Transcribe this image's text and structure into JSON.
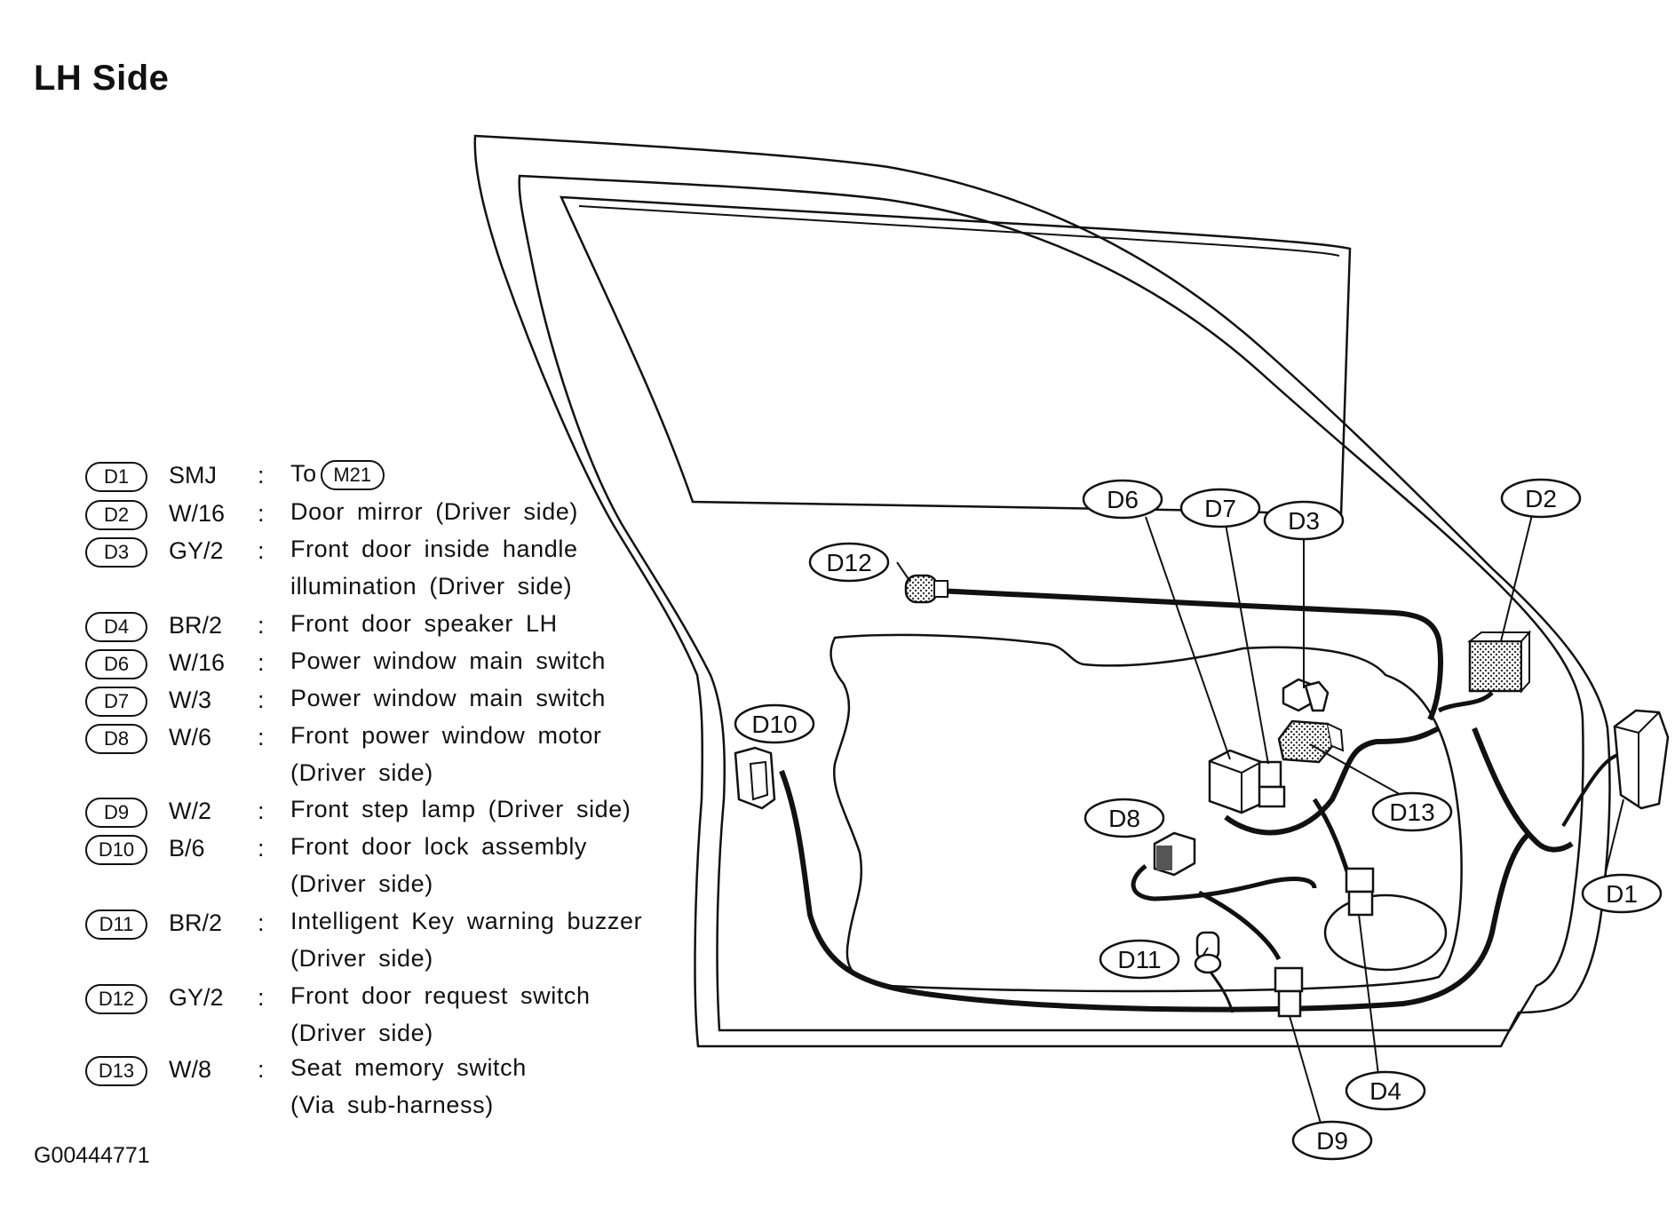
{
  "title": "LH Side",
  "figure_id": "G00444771",
  "legend": [
    {
      "connector": "D1",
      "wire": "SMJ",
      "lines": [
        "To"
      ],
      "ref": "M21"
    },
    {
      "connector": "D2",
      "wire": "W/16",
      "lines": [
        "Door mirror (Driver side)"
      ]
    },
    {
      "connector": "D3",
      "wire": "GY/2",
      "lines": [
        "Front door inside handle",
        "illumination (Driver side)"
      ]
    },
    {
      "connector": "D4",
      "wire": "BR/2",
      "lines": [
        "Front door speaker LH"
      ]
    },
    {
      "connector": "D6",
      "wire": "W/16",
      "lines": [
        "Power window main switch"
      ]
    },
    {
      "connector": "D7",
      "wire": "W/3",
      "lines": [
        "Power window main switch"
      ]
    },
    {
      "connector": "D8",
      "wire": "W/6",
      "lines": [
        "Front power window motor",
        "(Driver side)"
      ]
    },
    {
      "connector": "D9",
      "wire": "W/2",
      "lines": [
        "Front step lamp (Driver side)"
      ]
    },
    {
      "connector": "D10",
      "wire": "B/6",
      "lines": [
        "Front door lock assembly",
        "(Driver side)"
      ]
    },
    {
      "connector": "D11",
      "wire": "BR/2",
      "lines": [
        "Intelligent Key warning buzzer",
        "(Driver side)"
      ]
    },
    {
      "connector": "D12",
      "wire": "GY/2",
      "lines": [
        "Front door request switch",
        "(Driver side)"
      ]
    },
    {
      "connector": "D13",
      "wire": "W/8",
      "lines": [
        "Seat memory switch",
        "(Via sub-harness)"
      ]
    }
  ],
  "callouts": [
    "D6",
    "D7",
    "D3",
    "D2",
    "D12",
    "D10",
    "D13",
    "D8",
    "D1",
    "D11",
    "D4",
    "D9"
  ]
}
